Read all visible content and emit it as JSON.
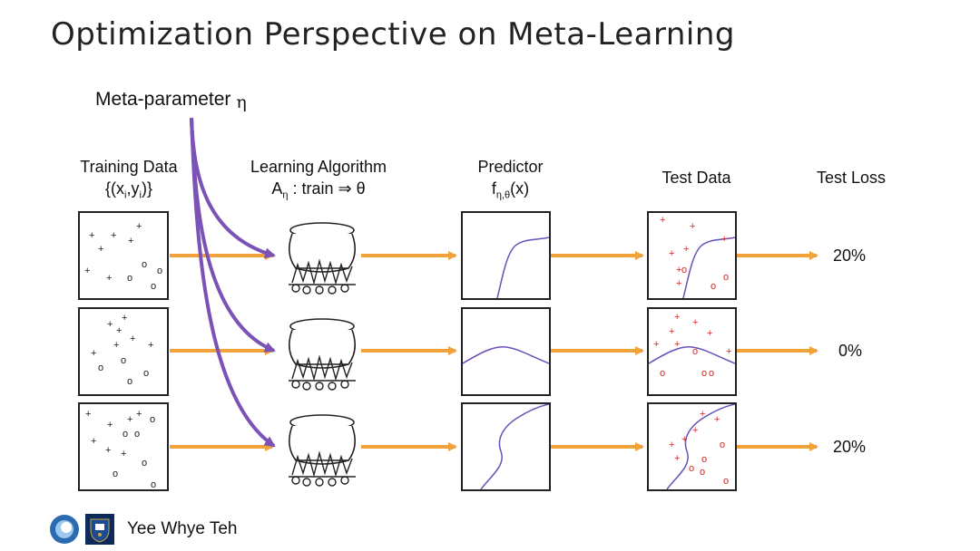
{
  "title": "Optimization Perspective on Meta-Learning",
  "meta_parameter": {
    "label": "Meta-parameter",
    "symbol": "η"
  },
  "headers": {
    "training_data": {
      "line1": "Training Data",
      "line2": "{(x",
      "i1": "i",
      "mid": ",y",
      "i2": "i",
      "end": ")}"
    },
    "learning_algorithm": {
      "line1": "Learning Algorithm",
      "a": "A",
      "a_sub": "η",
      "rest": " : train ⇒ θ"
    },
    "predictor": {
      "line1": "Predictor",
      "f": "f",
      "f_sub": "η,θ",
      "rest": "(x)"
    },
    "test_data": {
      "line1": "Test Data"
    },
    "test_loss": {
      "line1": "Test Loss"
    }
  },
  "rows": [
    {
      "loss": "20%"
    },
    {
      "loss": "0%"
    },
    {
      "loss": "20%"
    }
  ],
  "colors": {
    "arrow": "#f2a23a",
    "meta_arrow": "#7b52b5",
    "curve": "#6a4fb8",
    "test_point": "#d62828"
  },
  "footer": {
    "name": "Yee Whye Teh"
  }
}
